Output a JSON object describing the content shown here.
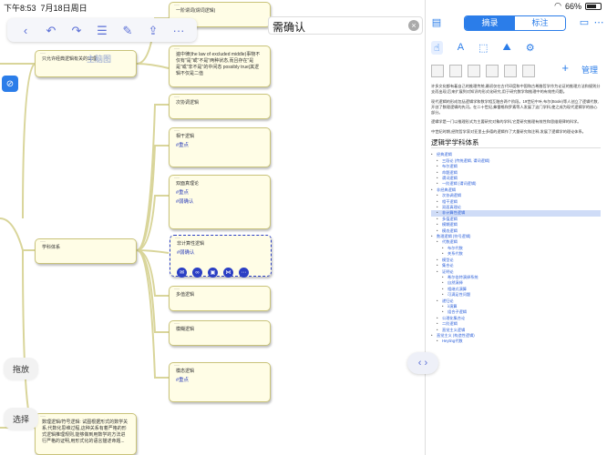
{
  "statusbar": {
    "time": "下午8:53",
    "date": "7月18日周日",
    "wifi": "wifi-icon",
    "battery_pct": "66%"
  },
  "toolbar": {
    "buttons": [
      {
        "name": "back-button",
        "glyph": "‹"
      },
      {
        "name": "undo-button",
        "glyph": "↶"
      },
      {
        "name": "redo-button",
        "glyph": "↷"
      },
      {
        "name": "list-button",
        "glyph": "☰"
      },
      {
        "name": "edit-button",
        "glyph": "✎"
      },
      {
        "name": "share-button",
        "glyph": "⇪"
      },
      {
        "name": "more-button",
        "glyph": "···"
      }
    ]
  },
  "map": {
    "title": "主脑图",
    "nodes": {
      "n_top": "一阶谓词(谓词逻辑)",
      "n_intro": "只允许经典逻辑有关的公理",
      "n_law": "遍中律(the law of excluded middle)事物不仅有\"是\"或\"不是\"两种状态,而且存在\"是是\"或\"非不是\"的中间态 possibly true|其逻辑不仅是二值",
      "n_secondary": "次协调逻辑",
      "n_relevance": "相干逻辑",
      "n_relevance_tag": "#重点",
      "n_paraconsistent": "双面真理论",
      "n_paraconsistent_tag1": "#重点",
      "n_paraconsistent_tag2": "#弱确认",
      "n_school": "学科体系",
      "n_nonmonotonic": "非计算性逻辑",
      "n_nonmonotonic_tag": "#弱确认",
      "n_many_valued": "多值逻辑",
      "n_fuzzy": "模糊逻辑",
      "n_modal": "模态逻辑",
      "n_modal_tag": "#重点",
      "n_bottom": "数理逻辑/符号逻辑: 试图根据形式的数学关系,代数化思维过程,这种关系有着严格的形式逻辑推理规则,能够做到用数学的方法进行严格的证明,用形式化的语言描述命题..."
    },
    "node_actions": [
      "comment-action",
      "link-action",
      "image-action",
      "share-action",
      "more-action"
    ]
  },
  "side_buttons": {
    "drag": "拖放",
    "select": "选择"
  },
  "search": {
    "value": "需确认"
  },
  "panel": {
    "tabs": {
      "excerpt": "摘录",
      "annotate": "标注"
    },
    "tools": [
      "hand-tool",
      "text-tool",
      "crop-tool",
      "mark-tool",
      "settings-tool"
    ],
    "manage_label": "管理",
    "doc": {
      "p1": "许多文化都有着自己的推理传统,最初仅在古代印度和中国和古希腊哲学作为论证的推理方法和规则分支而出现,后来扩展到对知识的形式化研究,用于研究数学和推理中的有效性问题。",
      "p2": "现代逻辑的形成包括逻辑学和数学相互融合两个阶段。19世纪中叶,布尔(Boole)等人创立了逻辑代数,开创了数理逻辑的先河。在二十世纪,弗雷格和罗素等人发展了这门学科,使之成为现代逻辑学的核心部分。",
      "p3": "逻辑学是一门以推理形式为主要研究对象的学科,它是研究推理有效性和思维规律的科学。",
      "p4": "中世纪时期,经院哲学家对亚里士多德的逻辑作了大量研究和注释,发展了逻辑学的理论体系。",
      "section_title": "逻辑学学科体系",
      "toc": [
        {
          "level": 1,
          "text": "经典逻辑"
        },
        {
          "level": 2,
          "text": "三段论 (传统逻辑, 谓词逻辑)"
        },
        {
          "level": 2,
          "text": "布尔逻辑"
        },
        {
          "level": 2,
          "text": "命题逻辑"
        },
        {
          "level": 2,
          "text": "谓词逻辑"
        },
        {
          "level": 2,
          "text": "一阶逻辑 (谓词逻辑)"
        },
        {
          "level": 1,
          "text": "非经典逻辑"
        },
        {
          "level": 2,
          "text": "次协调逻辑"
        },
        {
          "level": 2,
          "text": "相干逻辑"
        },
        {
          "level": 2,
          "text": "双面真理论"
        },
        {
          "level": 2,
          "text": "非计算性逻辑",
          "hl": true
        },
        {
          "level": 2,
          "text": "多值逻辑"
        },
        {
          "level": 2,
          "text": "模糊逻辑"
        },
        {
          "level": 2,
          "text": "模态逻辑"
        },
        {
          "level": 1,
          "text": "数理逻辑 (符号逻辑)"
        },
        {
          "level": 2,
          "text": "代数逻辑"
        },
        {
          "level": 3,
          "text": "布尔代数"
        },
        {
          "level": 3,
          "text": "关系代数"
        },
        {
          "level": 2,
          "text": "模型论"
        },
        {
          "level": 2,
          "text": "集合论"
        },
        {
          "level": 2,
          "text": "证明论"
        },
        {
          "level": 3,
          "text": "希尔伯特演绎系统"
        },
        {
          "level": 3,
          "text": "自然演绎"
        },
        {
          "level": 3,
          "text": "相继式演算"
        },
        {
          "level": 3,
          "text": "可满足性问题"
        },
        {
          "level": 2,
          "text": "递归论"
        },
        {
          "level": 3,
          "text": "λ演算"
        },
        {
          "level": 3,
          "text": "组合子逻辑"
        },
        {
          "level": 2,
          "text": "公理化集合论"
        },
        {
          "level": 2,
          "text": "二阶逻辑"
        },
        {
          "level": 2,
          "text": "直觉主义逻辑"
        },
        {
          "level": 1,
          "text": "直觉主义 (构造性逻辑)"
        },
        {
          "level": 2,
          "text": "Heyting代数"
        }
      ]
    }
  },
  "split_handle": "‹ ›"
}
